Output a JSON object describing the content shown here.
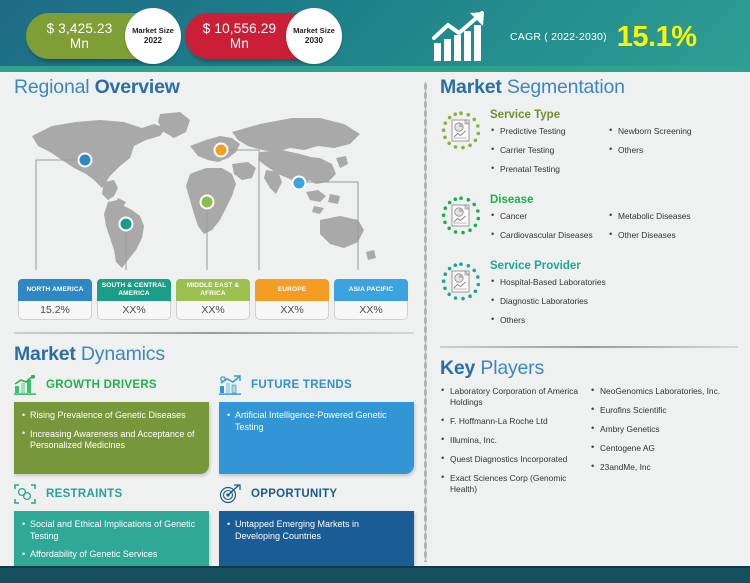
{
  "header": {
    "market_size_2022": {
      "value": "$ 3,425.23",
      "unit": "Mn",
      "badge_label": "Market Size",
      "badge_year": "2022",
      "color": "#7f9e36"
    },
    "market_size_2030": {
      "value": "$ 10,556.29",
      "unit": "Mn",
      "badge_label": "Market Size",
      "badge_year": "2030",
      "color": "#ca1f36"
    },
    "cagr_label": "CAGR ( 2022-2030)",
    "cagr_value": "15.1%",
    "cagr_icon": "growth-chart-arrow-icon",
    "cagr_value_color": "#fff500"
  },
  "regional": {
    "title_bold": "Regional",
    "title_rest": "Overview",
    "map_icon": "world-map",
    "regions": [
      {
        "name": "NORTH AMERICA",
        "value": "15.2%",
        "color": "#2f87c4",
        "marker_color": "#2f87c4"
      },
      {
        "name": "SOUTH & CENTRAL AMERICA",
        "value": "XX%",
        "color": "#1a9e87",
        "marker_color": "#1a9e87"
      },
      {
        "name": "MIDDLE EAST & AFRICA",
        "value": "XX%",
        "color": "#9ac04e",
        "marker_color": "#8dbd4a"
      },
      {
        "name": "EUROPE",
        "value": "XX%",
        "color": "#f49c23",
        "marker_color": "#f49c23"
      },
      {
        "name": "ASIA PACIFIC",
        "value": "XX%",
        "color": "#3ba3e0",
        "marker_color": "#3ba3e0"
      }
    ]
  },
  "dynamics": {
    "title_bold": "Market",
    "title_rest": "Dynamics",
    "blocks": [
      {
        "title": "GROWTH DRIVERS",
        "icon": "bar-chart-growth-icon",
        "title_color": "#22b14c",
        "box_color": "#78963a",
        "items": [
          "Rising Prevalence of Genetic Diseases",
          "Increasing Awareness and Acceptance of Personalized Medicines"
        ]
      },
      {
        "title": "FUTURE TRENDS",
        "icon": "trend-chart-icon",
        "title_color": "#2f8fd0",
        "box_color": "#3295d6",
        "items": [
          "Artificial Intelligence-Powered Genetic Testing"
        ]
      },
      {
        "title": "RESTRAINTS",
        "icon": "restraint-chain-icon",
        "title_color": "#2aa193",
        "box_color": "#2fa896",
        "items": [
          "Social and Ethical Implications of Genetic Testing",
          "Affordability of Genetic Services"
        ]
      },
      {
        "title": "OPPORTUNITY",
        "icon": "target-dart-icon",
        "title_color": "#1a5c96",
        "box_color": "#1a5c96",
        "items": [
          "Untapped Emerging Markets in Developing Countries"
        ]
      }
    ]
  },
  "segmentation": {
    "title_bold": "Market",
    "title_rest": "Segmentation",
    "groups": [
      {
        "title": "Service Type",
        "title_color": "#6f8f2e",
        "icon": "document-pie-chart-icon",
        "col1": [
          "Predictive Testing",
          "Carrier Testing",
          "Prenatal Testing"
        ],
        "col2": [
          "Newborn Screening",
          "Others"
        ]
      },
      {
        "title": "Disease",
        "title_color": "#18b24a",
        "icon": "document-pie-chart-icon",
        "col1": [
          "Cancer",
          "Cardiovascular Diseases"
        ],
        "col2": [
          "Metabolic Diseases",
          "Other Diseases"
        ]
      },
      {
        "title": "Service Provider",
        "title_color": "#1aa894",
        "icon": "document-pie-chart-icon",
        "col1": [
          "Hospital-Based Laboratories",
          "Diagnostic Laboratories",
          "Others"
        ],
        "col2": []
      }
    ]
  },
  "key_players": {
    "title_bold": "Key",
    "title_rest": "Players",
    "col1": [
      "Laboratory Corporation of America Holdings",
      "F. Hoffmann-La Roche Ltd",
      "Illumina, Inc.",
      "Quest Diagnostics Incorporated",
      "Exact Sciences Corp (Genomic Health)"
    ],
    "col2": [
      "NeoGenomics Laboratories, Inc.",
      "Eurofins Scientific",
      "Ambry Genetics",
      "Centogene AG",
      "23andMe, Inc"
    ]
  }
}
